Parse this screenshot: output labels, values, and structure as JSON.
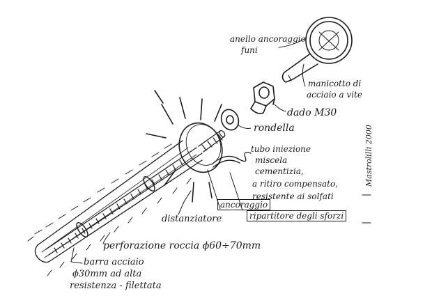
{
  "labels": {
    "anello_1": "anello ancoraggio",
    "anello_2": "funi",
    "manicotto_1": "manicotto di",
    "manicotto_2": "acciaio a vite",
    "dado": "dado M30",
    "rondella": "rondella",
    "tubo_1": "tubo iniezione",
    "tubo_2": "miscela",
    "tubo_3": "cementizia,",
    "tubo_4": "a ritiro compensato,",
    "tubo_5": "resistente ai solfati",
    "ancoraggio": "ancoraggio",
    "ripartitore": "ripartitore degli sforzi",
    "distanziatore": "distanziatore",
    "perforazione": "perforazione roccia ϕ60÷70mm",
    "barra_1": "barra acciaio",
    "barra_2": "ϕ30mm ad alta",
    "barra_3": "resistenza - filettata"
  },
  "signature": "Mastrolilli 2000",
  "colors": {
    "ink": "#1a1a1a",
    "paper": "#ffffff"
  }
}
